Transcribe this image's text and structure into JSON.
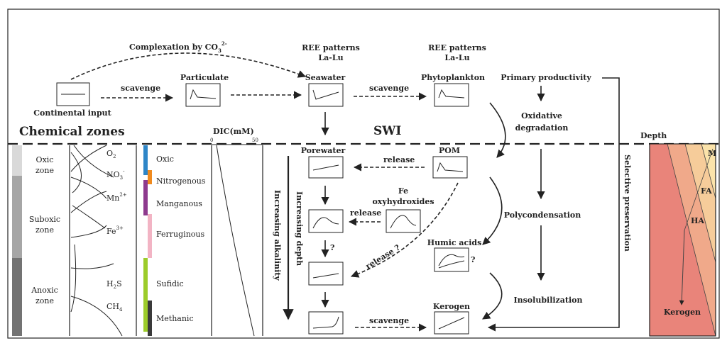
{
  "top": {
    "complexation": "Complexation by CO",
    "complexation_sub": "3",
    "complexation_sup": "2-",
    "ree_1": [
      "REE patterns",
      "La-Lu"
    ],
    "ree_2": [
      "REE patterns",
      "La-Lu"
    ],
    "continental_input": "Continental input",
    "particulate": "Particulate",
    "seawater": "Seawater",
    "phytoplankton": "Phytoplankton",
    "primary_productivity": "Primary productivity",
    "scavenge_1": "scavenge",
    "scavenge_2": "scavenge",
    "oxidative_degradation": [
      "Oxidative",
      "degradation"
    ],
    "chemical_zones": "Chemical zones",
    "swi": "SWI",
    "dic": "DIC(mM)",
    "dic_tick_0": "0",
    "dic_tick_50": "50",
    "depth_label": "Depth"
  },
  "zones": {
    "oxic": [
      "Oxic",
      "zone"
    ],
    "suboxic": [
      "Suboxic",
      "zone"
    ],
    "anoxic": [
      "Anoxic",
      "zone"
    ]
  },
  "species": {
    "o2": "O",
    "o2_sub": "2",
    "no3": "NO",
    "no3_sub": "3",
    "no3_sup": "-",
    "mn": "Mn",
    "mn_sup": "2+",
    "fe": "Fe",
    "fe_sup": "3+",
    "h2s": "H",
    "h2s_sub": "2",
    "h2s_rest": "S",
    "ch4": "CH",
    "ch4_sub": "4"
  },
  "redox_zones": [
    {
      "label": "Oxic",
      "color": "#2e86c8"
    },
    {
      "label": "Nitrogenous",
      "color": "#f08a1e"
    },
    {
      "label": "Manganous",
      "color": "#8e3a8e"
    },
    {
      "label": "Ferruginous",
      "color": "#f2b4c4"
    },
    {
      "label": "Sufidic",
      "color": "#9ccc2a"
    },
    {
      "label": "Methanic",
      "color": "#3a3a3a"
    }
  ],
  "sediment": {
    "porewater": "Porewater",
    "pom": "POM",
    "release_1": "release",
    "release_2": "release",
    "release_3": "release ?",
    "fe_oxy": [
      "Fe",
      "oxyhydroxides"
    ],
    "humic_acids": "Humic acids",
    "kerogen": "Kerogen",
    "q1": "?",
    "q2": "?",
    "scavenge_3": "scavenge",
    "polycondensation": "Polycondensation",
    "insolubilization": "Insolubilization",
    "increasing_alkalinity": "Increasing alkalinity",
    "increasing_depth": "Increasing depth",
    "selective_preservation": "Selective preservation"
  },
  "depth_panel": {
    "m": "M",
    "fa": "FA",
    "ha": "HA",
    "kerogen": "Kerogen"
  },
  "colors": {
    "oxic_bar": "#d9d9d9",
    "suboxic_bar": "#a6a6a6",
    "anoxic_bar": "#737373",
    "kerogen_fill": "#e9847a",
    "ha_fill": "#f0a98a",
    "fa_fill": "#f6cc9a",
    "m_fill": "#fbe3aa"
  }
}
